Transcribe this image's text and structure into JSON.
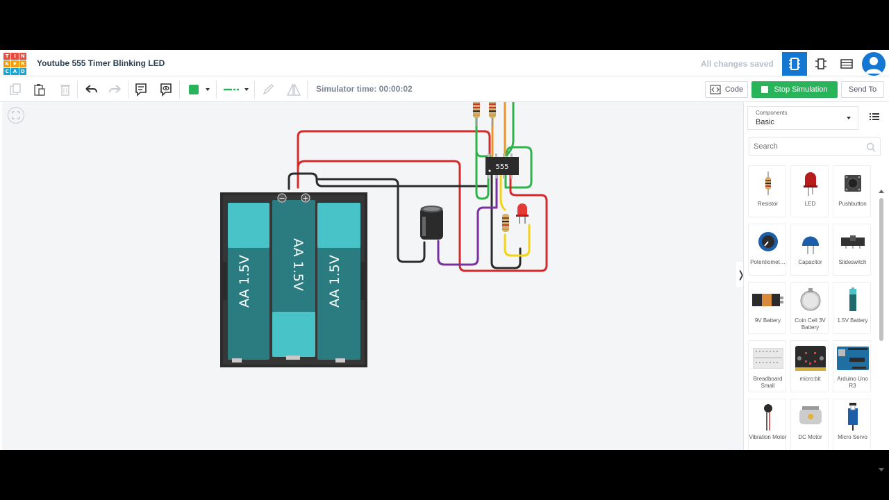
{
  "app": {
    "logo_letters": [
      "T",
      "I",
      "N",
      "K",
      "E",
      "R",
      "C",
      "A",
      "D"
    ],
    "logo_colors": [
      "#e84c3d",
      "#e84c3d",
      "#e84c3d",
      "#f39c12",
      "#f39c12",
      "#f39c12",
      "#1aa3d6",
      "#1aa3d6",
      "#1aa3d6"
    ],
    "title": "Youtube 555 Timer Blinking LED",
    "save_status": "All changes saved",
    "accent": "#1477d2"
  },
  "toolbar": {
    "simulator_time": "Simulator time: 00:00:02",
    "code_label": "Code",
    "stop_label": "Stop Simulation",
    "send_label": "Send To",
    "fill_color": "#29b35b",
    "stop_color": "#29b35b"
  },
  "circuit": {
    "battery_labels": [
      "AA 1.5V",
      "AA 1.5V",
      "AA 1.5V"
    ],
    "ic_label": "555",
    "battery_minus": "−",
    "battery_plus": "+"
  },
  "sidebar": {
    "components_label": "Components",
    "components_value": "Basic",
    "search_placeholder": "Search",
    "items": [
      {
        "label": "Resistor",
        "icon": "resistor-icon"
      },
      {
        "label": "LED",
        "icon": "led-icon"
      },
      {
        "label": "Pushbutton",
        "icon": "pushbutton-icon"
      },
      {
        "label": "Potentiomet…",
        "icon": "potentiometer-icon"
      },
      {
        "label": "Capacitor",
        "icon": "capacitor-icon"
      },
      {
        "label": "Slideswitch",
        "icon": "slideswitch-icon"
      },
      {
        "label": "9V Battery",
        "icon": "battery-9v-icon"
      },
      {
        "label": "Coin Cell 3V Battery",
        "icon": "coin-cell-icon"
      },
      {
        "label": "1.5V Battery",
        "icon": "battery-15v-icon"
      },
      {
        "label": "Breadboard Small",
        "icon": "breadboard-icon"
      },
      {
        "label": "micro:bit",
        "icon": "microbit-icon"
      },
      {
        "label": "Arduino Uno R3",
        "icon": "arduino-icon"
      },
      {
        "label": "Vibration Motor",
        "icon": "vibration-motor-icon"
      },
      {
        "label": "DC Motor",
        "icon": "dc-motor-icon"
      },
      {
        "label": "Micro Servo",
        "icon": "micro-servo-icon"
      }
    ]
  }
}
